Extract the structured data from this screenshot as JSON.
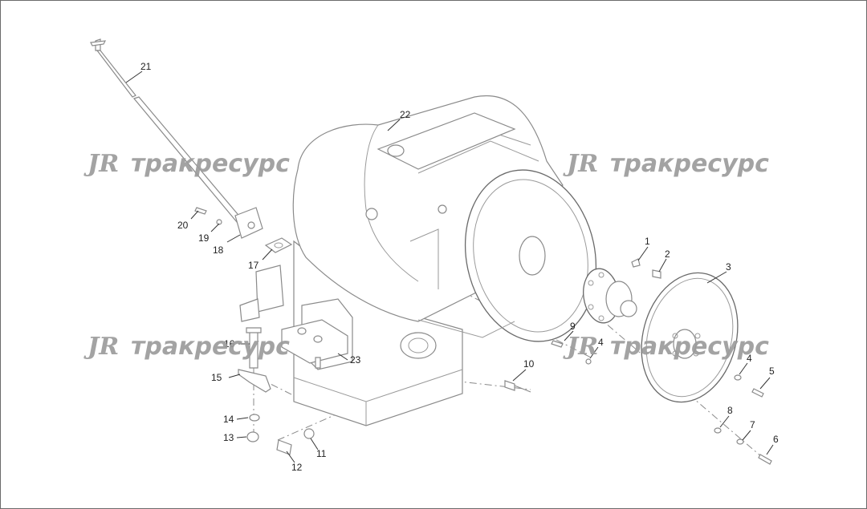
{
  "watermark": {
    "logo": "JR",
    "brand": "тракресурс"
  },
  "callouts": [
    "1",
    "2",
    "3",
    "4",
    "4",
    "5",
    "6",
    "7",
    "8",
    "9",
    "10",
    "11",
    "12",
    "13",
    "14",
    "15",
    "16",
    "17",
    "18",
    "19",
    "20",
    "21",
    "22",
    "23"
  ]
}
